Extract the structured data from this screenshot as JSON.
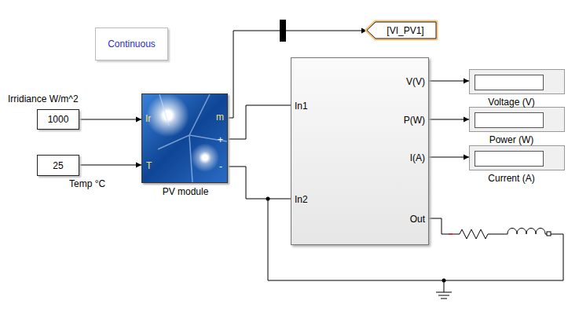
{
  "diagram": {
    "nodes": [
      {
        "text": [
          "Continuous"
        ]
      },
      {
        "text": [
          "Irridiance W/m^2",
          "1000"
        ]
      },
      {
        "text": [
          "25",
          "Temp °C"
        ]
      },
      {
        "text": [
          "Ir",
          "T",
          "m",
          "+",
          "-",
          "PV module"
        ]
      },
      {
        "text": [
          "[VI_PV1]"
        ]
      },
      {
        "text": [
          "In1",
          "In2",
          "V(V)",
          "P(W)",
          "I(A)",
          "Out"
        ]
      },
      {
        "text": [
          "Voltage (V)"
        ]
      },
      {
        "text": [
          "Power (W)"
        ]
      },
      {
        "text": [
          "Current (A)"
        ]
      }
    ],
    "edges": [
      {
        "from": 1,
        "to": 3,
        "arrow": "to"
      },
      {
        "from": 2,
        "to": 3,
        "arrow": "to"
      },
      {
        "from": 3,
        "to": 4,
        "arrow": "to"
      },
      {
        "from": 3,
        "to": 5,
        "arrow": "none"
      },
      {
        "from": 3,
        "to": 5,
        "arrow": "none"
      },
      {
        "from": 5,
        "to": 6,
        "arrow": "to"
      },
      {
        "from": 5,
        "to": 7,
        "arrow": "to"
      },
      {
        "from": 5,
        "to": 8,
        "arrow": "to"
      }
    ]
  }
}
